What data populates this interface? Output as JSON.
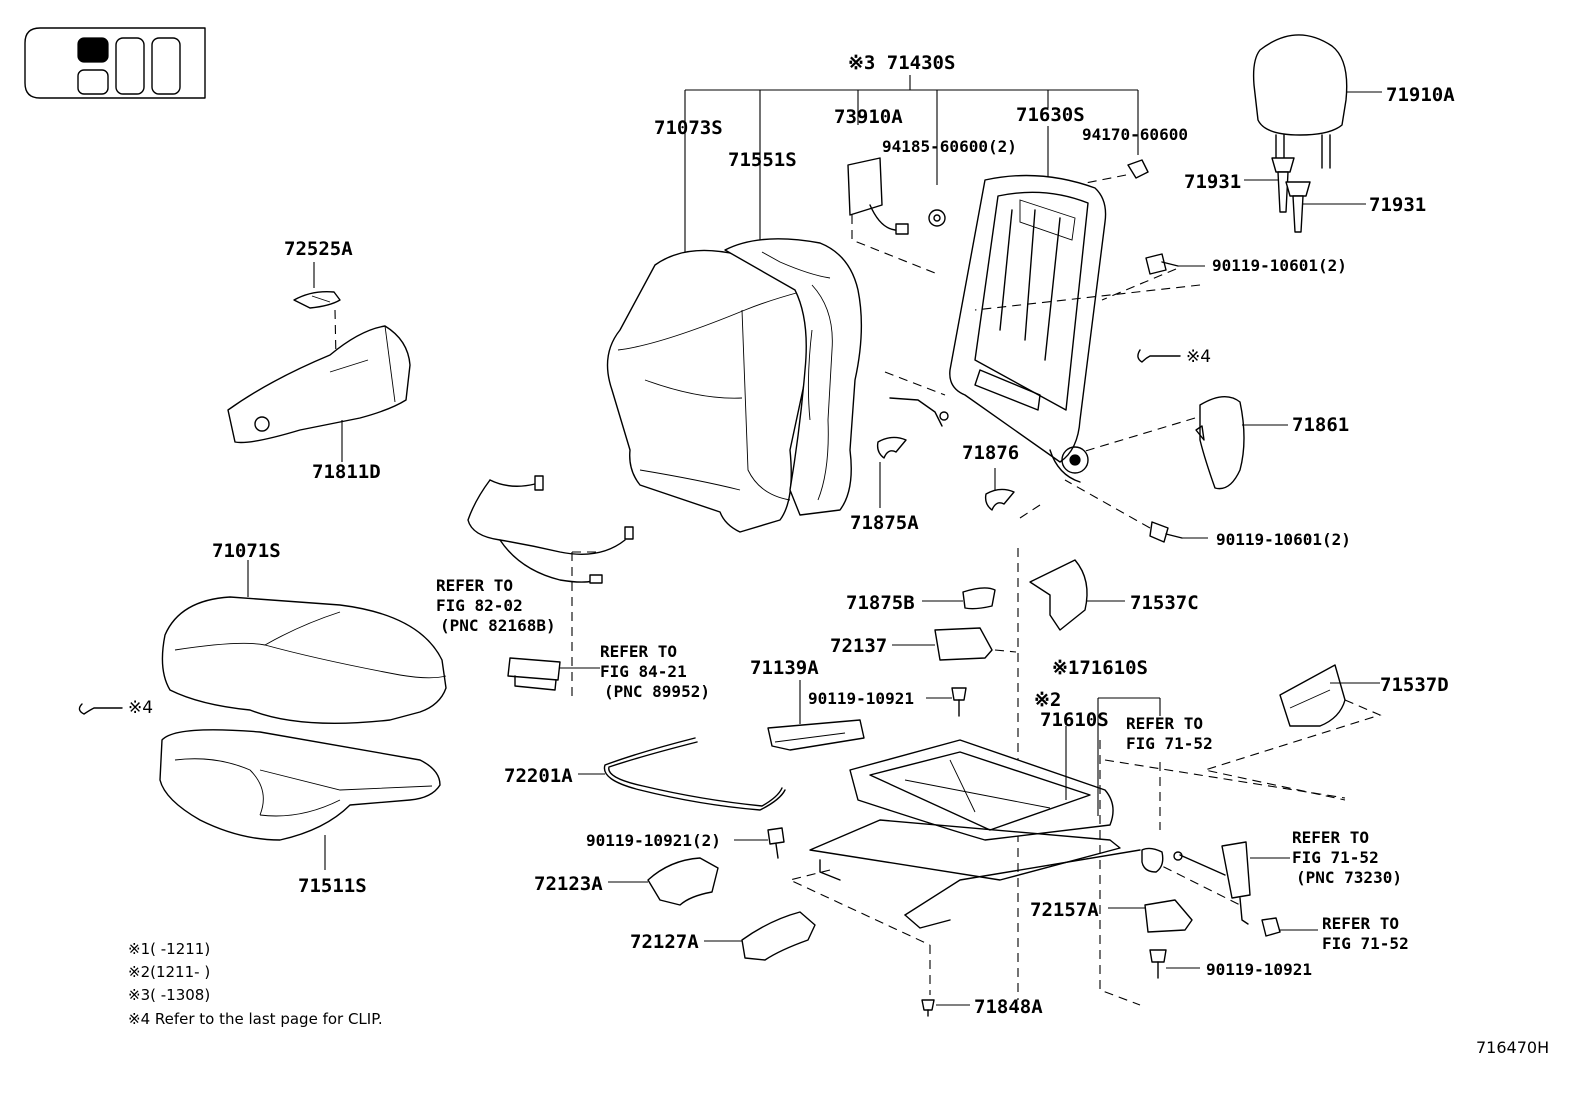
{
  "figure_code": "716470H",
  "labels": {
    "p71430S": "※3 71430S",
    "p71073S": "71073S",
    "p71551S": "71551S",
    "p73910A": "73910A",
    "p94185": "94185-60600(2)",
    "p71630S": "71630S",
    "p94170": "94170-60600",
    "p71910A": "71910A",
    "p71931a": "71931",
    "p71931b": "71931",
    "p90119_10601_top": "90119-10601(2)",
    "p_clip_right": "※4",
    "p72525A": "72525A",
    "p71811D": "71811D",
    "p71861": "71861",
    "p71876": "71876",
    "p71875A": "71875A",
    "p90119_10601_bot": "90119-10601(2)",
    "p71071S": "71071S",
    "p_clip_left": "※4",
    "p71511S": "71511S",
    "p71875B": "71875B",
    "p71537C": "71537C",
    "p72137": "72137",
    "p71610S_1": "※171610S",
    "p71610S_2_mark": "※2",
    "p71610S_2": "71610S",
    "p71139A": "71139A",
    "p90119_10921_a": "90119-10921",
    "p71537D": "71537D",
    "p72201A": "72201A",
    "p90119_10921_2": "90119-10921(2)",
    "p72123A": "72123A",
    "p72127A": "72127A",
    "p72157A": "72157A",
    "p90119_10921_b": "90119-10921",
    "p71848A": "71848A"
  },
  "references": {
    "ref_82_02": [
      "REFER TO",
      "FIG 82-02",
      "(PNC 82168B)"
    ],
    "ref_84_21": [
      "REFER TO",
      "FIG 84-21",
      "(PNC 89952)"
    ],
    "ref_71_52_a": [
      "REFER TO",
      "FIG 71-52"
    ],
    "ref_71_52_b": [
      "REFER TO",
      "FIG 71-52",
      "(PNC 73230)"
    ],
    "ref_71_52_c": [
      "REFER TO",
      "FIG 71-52"
    ]
  },
  "notes": [
    "※1(    -1211)",
    "※2(1211-    )",
    "※3(    -1308)",
    "※4 Refer to the last page for CLIP."
  ],
  "icons": {
    "locator": "seat-position-locator-icon",
    "clip": "clip-icon"
  }
}
